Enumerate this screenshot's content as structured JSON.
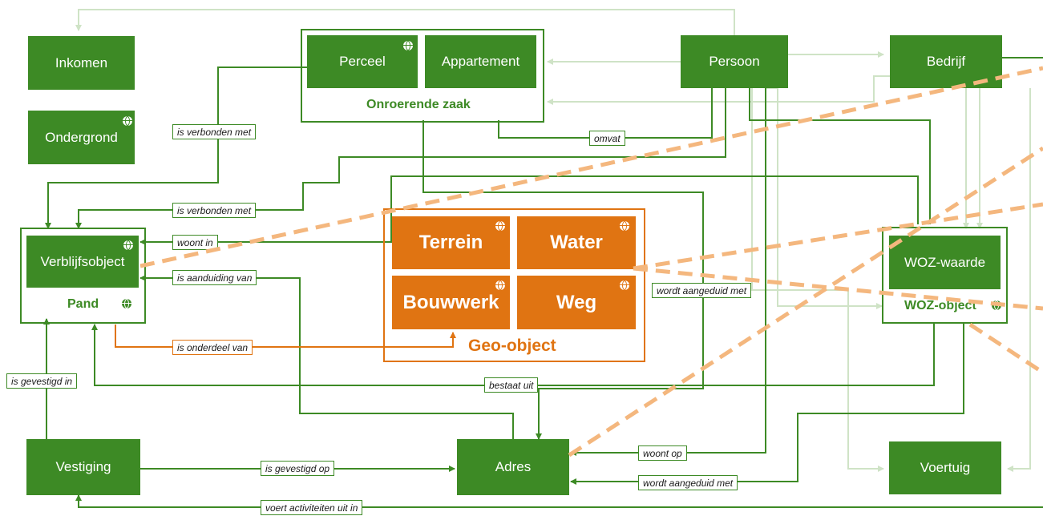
{
  "entities": {
    "inkomen": "Inkomen",
    "ondergrond": "Ondergrond",
    "perceel": "Perceel",
    "appartement": "Appartement",
    "persoon": "Persoon",
    "bedrijf": "Bedrijf",
    "verblijfsobject": "Verblijfsobject",
    "terrein": "Terrein",
    "water": "Water",
    "bouwwerk": "Bouwwerk",
    "weg": "Weg",
    "woz_waarde": "WOZ-waarde",
    "vestiging": "Vestiging",
    "adres": "Adres",
    "voertuig": "Voertuig"
  },
  "groups": {
    "onroerende_zaak": "Onroerende zaak",
    "pand": "Pand",
    "geo_object": "Geo-object",
    "woz_object": "WOZ-object"
  },
  "relations": {
    "is_verbonden_met_1": "is verbonden met",
    "omvat": "omvat",
    "is_verbonden_met_2": "is verbonden met",
    "woont_in": "woont in",
    "is_aanduiding_van": "is aanduiding van",
    "wordt_aangeduid_met_1": "wordt aangeduid met",
    "is_onderdeel_van": "is onderdeel van",
    "is_gevestigd_in": "is gevestigd in",
    "bestaat_uit": "bestaat uit",
    "woont_op": "woont op",
    "is_gevestigd_op": "is gevestigd op",
    "wordt_aangeduid_met_2": "wordt aangeduid met",
    "voert_activiteiten_uit_in": "voert activiteiten uit in"
  },
  "colors": {
    "green": "#3d8a25",
    "orange": "#e07412",
    "light_green": "#cfe3c6",
    "dashed_peach": "#f4b77e"
  }
}
